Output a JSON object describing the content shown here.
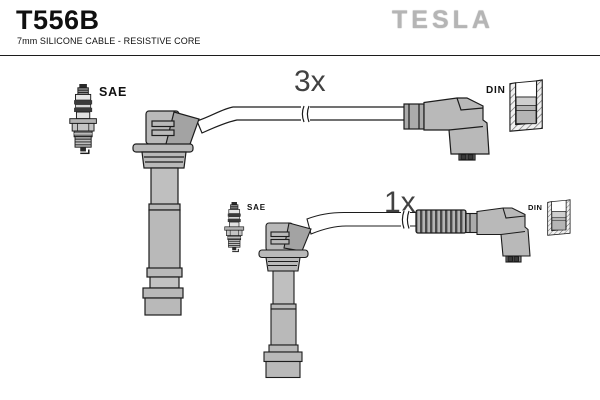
{
  "header": {
    "part_number": "T556B",
    "subtitle": "7mm SILICONE CABLE - RESISTIVE CORE",
    "brand_logo": "TESLA"
  },
  "kits": [
    {
      "name": "spark-plug-boot-cable-straight-to-elbow",
      "quantity_label": "3x",
      "spark_plug_label": "SAE",
      "terminal_label": "DIN",
      "icons": [
        "spark-plug-icon",
        "plug-boot-icon",
        "ignition-cable",
        "elbow-connector-icon",
        "din-terminal-icon"
      ]
    },
    {
      "name": "spark-plug-boot-cable-corrugated-to-elbow",
      "quantity_label": "1x",
      "spark_plug_label": "SAE",
      "terminal_label": "DIN",
      "icons": [
        "spark-plug-icon",
        "plug-boot-icon",
        "corrugated-cable",
        "elbow-connector-icon",
        "din-terminal-icon"
      ]
    }
  ],
  "colors": {
    "background": "#ffffff",
    "outline": "#1c1c1c",
    "boot_gray": "#b9b9b9",
    "wedge_gray": "#a3a3a3",
    "sleeve_gray": "#ababab",
    "terminal_dark": "#3a3a3a",
    "logo_gray": "#b5b5b5",
    "label_gray": "#414141"
  }
}
